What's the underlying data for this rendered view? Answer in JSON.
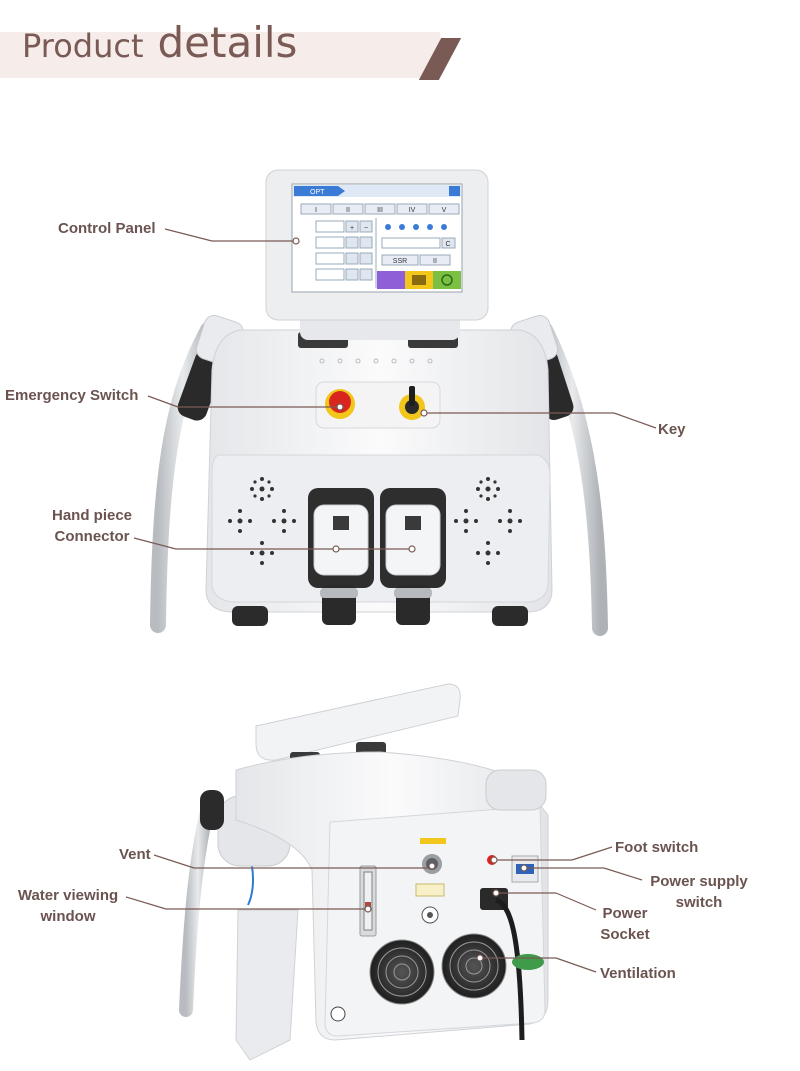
{
  "header": {
    "title_part1": "Product",
    "title_part2": "details",
    "accent_color": "#7a5a55",
    "band_color": "#f6ecea"
  },
  "front_view": {
    "labels": {
      "control_panel": "Control Panel",
      "emergency_switch": "Emergency Switch",
      "key": "Key",
      "hand_piece_line1": "Hand piece",
      "hand_piece_line2": "Connector"
    },
    "screen": {
      "mode": "OPT",
      "tabs": [
        "I",
        "II",
        "III",
        "IV",
        "V"
      ],
      "plus": "+",
      "minus": "−",
      "clear": "C",
      "ssr": "SSR",
      "pause": "II"
    }
  },
  "back_view": {
    "labels": {
      "vent": "Vent",
      "water_line1": "Water viewing",
      "water_line2": "window",
      "foot_switch": "Foot switch",
      "power_switch_line1": "Power supply",
      "power_switch_line2": "switch",
      "power_socket_line1": "Power",
      "power_socket_line2": "Socket",
      "ventilation": "Ventilation"
    }
  },
  "colors": {
    "label_text": "#6b5450",
    "leader_line": "#7a5a55",
    "emergency_red": "#d8261e",
    "key_yellow": "#f2c61a",
    "screen_blue": "#3a7bd5"
  }
}
